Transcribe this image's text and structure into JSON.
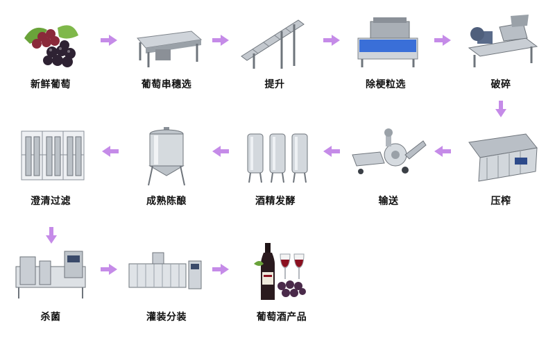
{
  "steps": [
    {
      "label": "新鲜葡萄",
      "icon": "grape-bunch-icon"
    },
    {
      "label": "葡萄串穗选",
      "icon": "sorting-table-icon"
    },
    {
      "label": "提升",
      "icon": "conveyor-elevator-icon"
    },
    {
      "label": "除梗粒选",
      "icon": "destemmer-icon"
    },
    {
      "label": "破碎",
      "icon": "crusher-icon"
    },
    {
      "label": "压榨",
      "icon": "press-icon"
    },
    {
      "label": "输送",
      "icon": "must-pump-icon"
    },
    {
      "label": "酒精发酵",
      "icon": "fermentation-tanks-icon"
    },
    {
      "label": "成熟陈酿",
      "icon": "aging-tank-icon"
    },
    {
      "label": "澄清过滤",
      "icon": "filtration-system-icon"
    },
    {
      "label": "杀菌",
      "icon": "sterilizer-icon"
    },
    {
      "label": "灌装分装",
      "icon": "filling-line-icon"
    },
    {
      "label": "葡萄酒产品",
      "icon": "wine-bottle-glasses-icon"
    }
  ],
  "colors": {
    "arrow": "#c58be8",
    "steel": "#c9ced4",
    "steel_dark": "#8a9098",
    "grape": "#4a2a4a",
    "leaf": "#6aa33a",
    "wine": "#8a1020"
  }
}
